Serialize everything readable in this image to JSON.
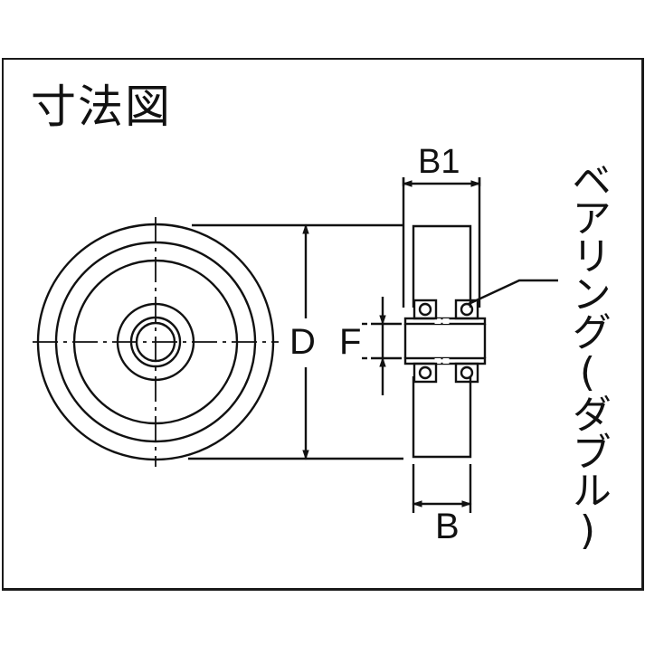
{
  "title": "寸法図",
  "dimensions": {
    "b1_label": "B1",
    "d_label": "D",
    "f_label": "F",
    "b_label": "B"
  },
  "callout": {
    "bearing_label": "ベアリング(ダブル)"
  },
  "colors": {
    "line": "#111111",
    "background": "#ffffff",
    "frame": "#1a1a1a"
  },
  "views": {
    "front_view": "wheel front view with concentric circles and center lines",
    "side_view": "wheel cross-section with double bearings"
  }
}
